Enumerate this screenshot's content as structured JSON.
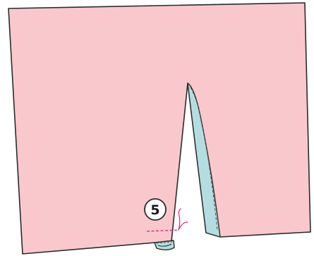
{
  "diagram": {
    "step_number": "5",
    "colors": {
      "fabric": "#f8c8cc",
      "outline": "#2b2b2b",
      "facing": "#b5dde1",
      "stitching": "#555555",
      "marker_line": "#e0287a",
      "background": "#ffffff"
    },
    "icons": [
      "fabric-panel",
      "slit-opening",
      "facing-strip",
      "hem-fold",
      "stitch-marker",
      "thread-tail"
    ]
  }
}
